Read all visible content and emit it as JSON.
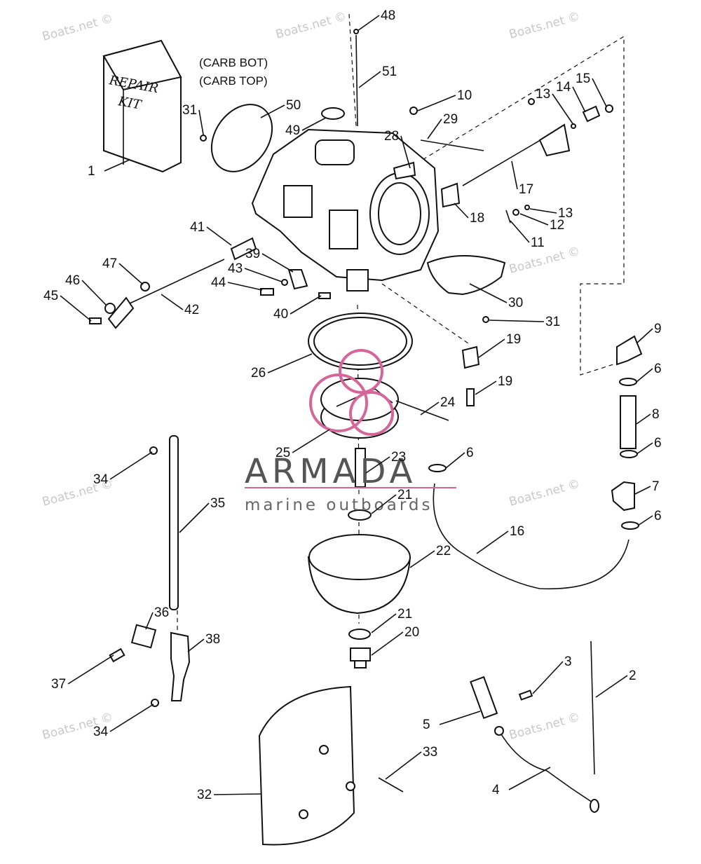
{
  "notes": [
    "(CARB BOT)",
    "(CARB TOP)"
  ],
  "kit_box_text": [
    "REPAIR",
    "KIT"
  ],
  "watermark": "Boats.net ©",
  "brand": {
    "name": "ARMADA",
    "tagline": "marine outboards",
    "accent": "#d6669a",
    "gray": "#555555"
  },
  "callouts": [
    {
      "n": "1"
    },
    {
      "n": "2"
    },
    {
      "n": "3"
    },
    {
      "n": "4"
    },
    {
      "n": "5"
    },
    {
      "n": "6"
    },
    {
      "n": "6"
    },
    {
      "n": "6"
    },
    {
      "n": "6"
    },
    {
      "n": "7"
    },
    {
      "n": "8"
    },
    {
      "n": "9"
    },
    {
      "n": "10"
    },
    {
      "n": "11"
    },
    {
      "n": "12"
    },
    {
      "n": "13"
    },
    {
      "n": "13"
    },
    {
      "n": "14"
    },
    {
      "n": "15"
    },
    {
      "n": "16"
    },
    {
      "n": "17"
    },
    {
      "n": "18"
    },
    {
      "n": "19"
    },
    {
      "n": "19"
    },
    {
      "n": "20"
    },
    {
      "n": "21"
    },
    {
      "n": "21"
    },
    {
      "n": "22"
    },
    {
      "n": "23"
    },
    {
      "n": "24"
    },
    {
      "n": "25"
    },
    {
      "n": "26"
    },
    {
      "n": "28"
    },
    {
      "n": "29"
    },
    {
      "n": "30"
    },
    {
      "n": "31"
    },
    {
      "n": "31"
    },
    {
      "n": "32"
    },
    {
      "n": "33"
    },
    {
      "n": "34"
    },
    {
      "n": "34"
    },
    {
      "n": "35"
    },
    {
      "n": "36"
    },
    {
      "n": "37"
    },
    {
      "n": "38"
    },
    {
      "n": "39"
    },
    {
      "n": "40"
    },
    {
      "n": "41"
    },
    {
      "n": "42"
    },
    {
      "n": "43"
    },
    {
      "n": "44"
    },
    {
      "n": "45"
    },
    {
      "n": "46"
    },
    {
      "n": "47"
    },
    {
      "n": "48"
    },
    {
      "n": "49"
    },
    {
      "n": "50"
    },
    {
      "n": "51"
    }
  ]
}
